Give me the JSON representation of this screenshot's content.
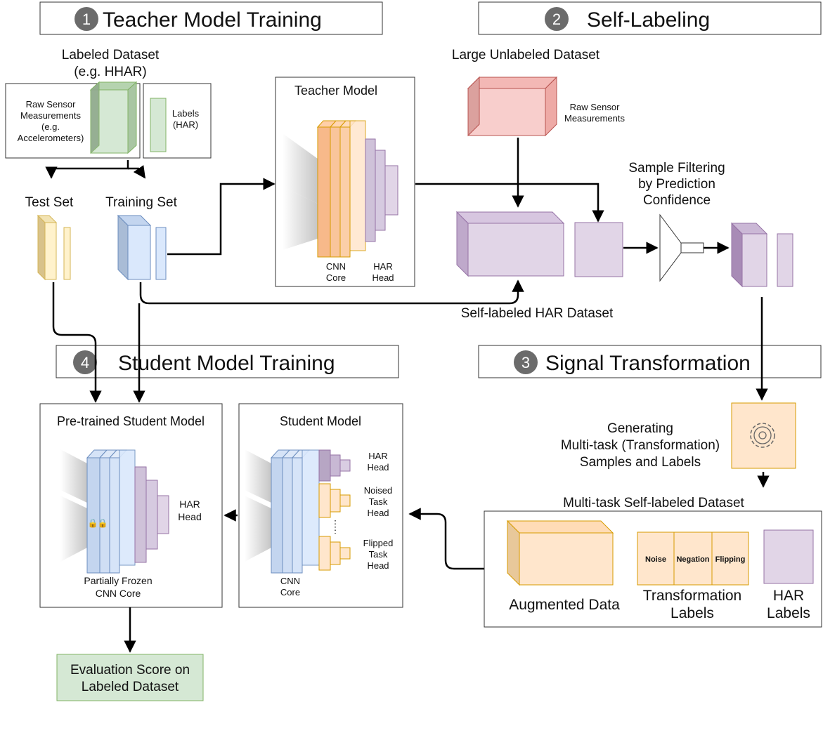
{
  "stages": {
    "s1": {
      "number": "1",
      "title": "Teacher Model Training"
    },
    "s2": {
      "number": "2",
      "title": "Self-Labeling"
    },
    "s3": {
      "number": "3",
      "title": "Signal Transformation"
    },
    "s4": {
      "number": "4",
      "title": "Student Model Training"
    }
  },
  "labeled_dataset": {
    "line1": "Labeled Dataset",
    "line2": "(e.g. HHAR)"
  },
  "raw_sensor": {
    "line1": "Raw Sensor",
    "line2": "Measurements",
    "line3": "(e.g.",
    "line4": "Accelerometers)"
  },
  "labels_har": {
    "line1": "Labels",
    "line2": "(HAR)"
  },
  "test_set": "Test Set",
  "training_set": "Training Set",
  "teacher_model": {
    "title": "Teacher Model",
    "cnn1": "CNN",
    "cnn2": "Core",
    "har1": "HAR",
    "har2": "Head"
  },
  "large_unlabeled": "Large Unlabeled Dataset",
  "raw_sensor2": {
    "line1": "Raw Sensor",
    "line2": "Measurements"
  },
  "sample_filtering": {
    "line1": "Sample Filtering",
    "line2": "by Prediction",
    "line3": "Confidence"
  },
  "self_labeled_dataset": "Self-labeled HAR Dataset",
  "generating": {
    "line1": "Generating",
    "line2": "Multi-task (Transformation)",
    "line3": "Samples and Labels"
  },
  "multitask_dataset": {
    "title": "Multi-task Self-labeled Dataset",
    "augmented": "Augmented Data",
    "transformations": [
      "Noise",
      "Negation",
      "Flipping"
    ],
    "trans_labels1": "Transformation",
    "trans_labels2": "Labels",
    "har_labels1": "HAR",
    "har_labels2": "Labels"
  },
  "pretrained_student": {
    "title": "Pre-trained Student Model",
    "har1": "HAR",
    "har2": "Head",
    "frozen1": "Partially Frozen",
    "frozen2": "CNN Core"
  },
  "student_model": {
    "title": "Student Model",
    "har1": "HAR",
    "har2": "Head",
    "noised1": "Noised",
    "noised2": "Task",
    "noised3": "Head",
    "flipped1": "Flipped",
    "flipped2": "Task",
    "flipped3": "Head",
    "cnn1": "CNN",
    "cnn2": "Core"
  },
  "evaluation": {
    "line1": "Evaluation Score on",
    "line2": "Labeled Dataset"
  },
  "colors": {
    "green_fill": "#d5e8d4",
    "green_stroke": "#82b366",
    "yellow_fill": "#fff2cc",
    "yellow_stroke": "#d6b656",
    "blue_fill": "#dae8fc",
    "blue_stroke": "#6c8ebf",
    "orange_fill": "#ffe6cc",
    "orange_stroke": "#d79b00",
    "purple_fill": "#e1d5e7",
    "purple_stroke": "#9673a6",
    "red_fill": "#f8cecc",
    "red_stroke": "#b85450",
    "badge": "#6b6b6b"
  }
}
